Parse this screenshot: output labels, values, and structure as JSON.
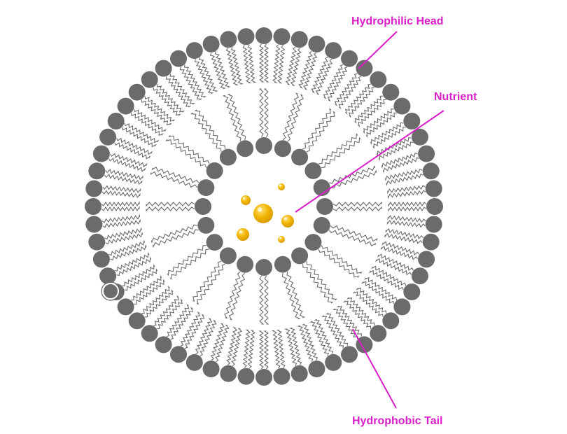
{
  "labels": {
    "head": "Hydrophilic Head",
    "nutrient": "Nutrient",
    "tail": "Hydrophobic Tail"
  },
  "colors": {
    "head": "#6b6b6b",
    "tail_line": "#6b6b6b",
    "nutrient": "#f1b400",
    "nutrient_shade": "#d49a00",
    "label": "#d91fc8",
    "background": "#ffffff"
  }
}
